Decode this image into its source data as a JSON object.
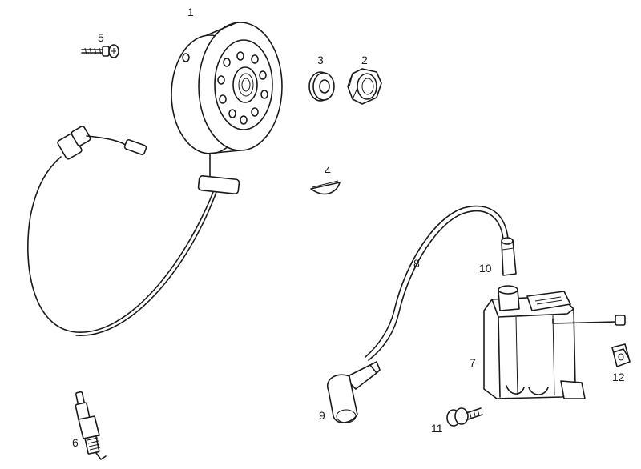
{
  "callouts": {
    "flywheel": "1",
    "nut": "2",
    "washer": "3",
    "key": "4",
    "screw": "5",
    "spark_plug": "6",
    "ignition_coil": "7",
    "ht_lead": "8",
    "plug_cap": "9",
    "lead_cap": "10",
    "coil_screw": "11",
    "clip_nut": "12"
  },
  "colors": {
    "ink": "#1a1a1a",
    "background": "#ffffff"
  }
}
